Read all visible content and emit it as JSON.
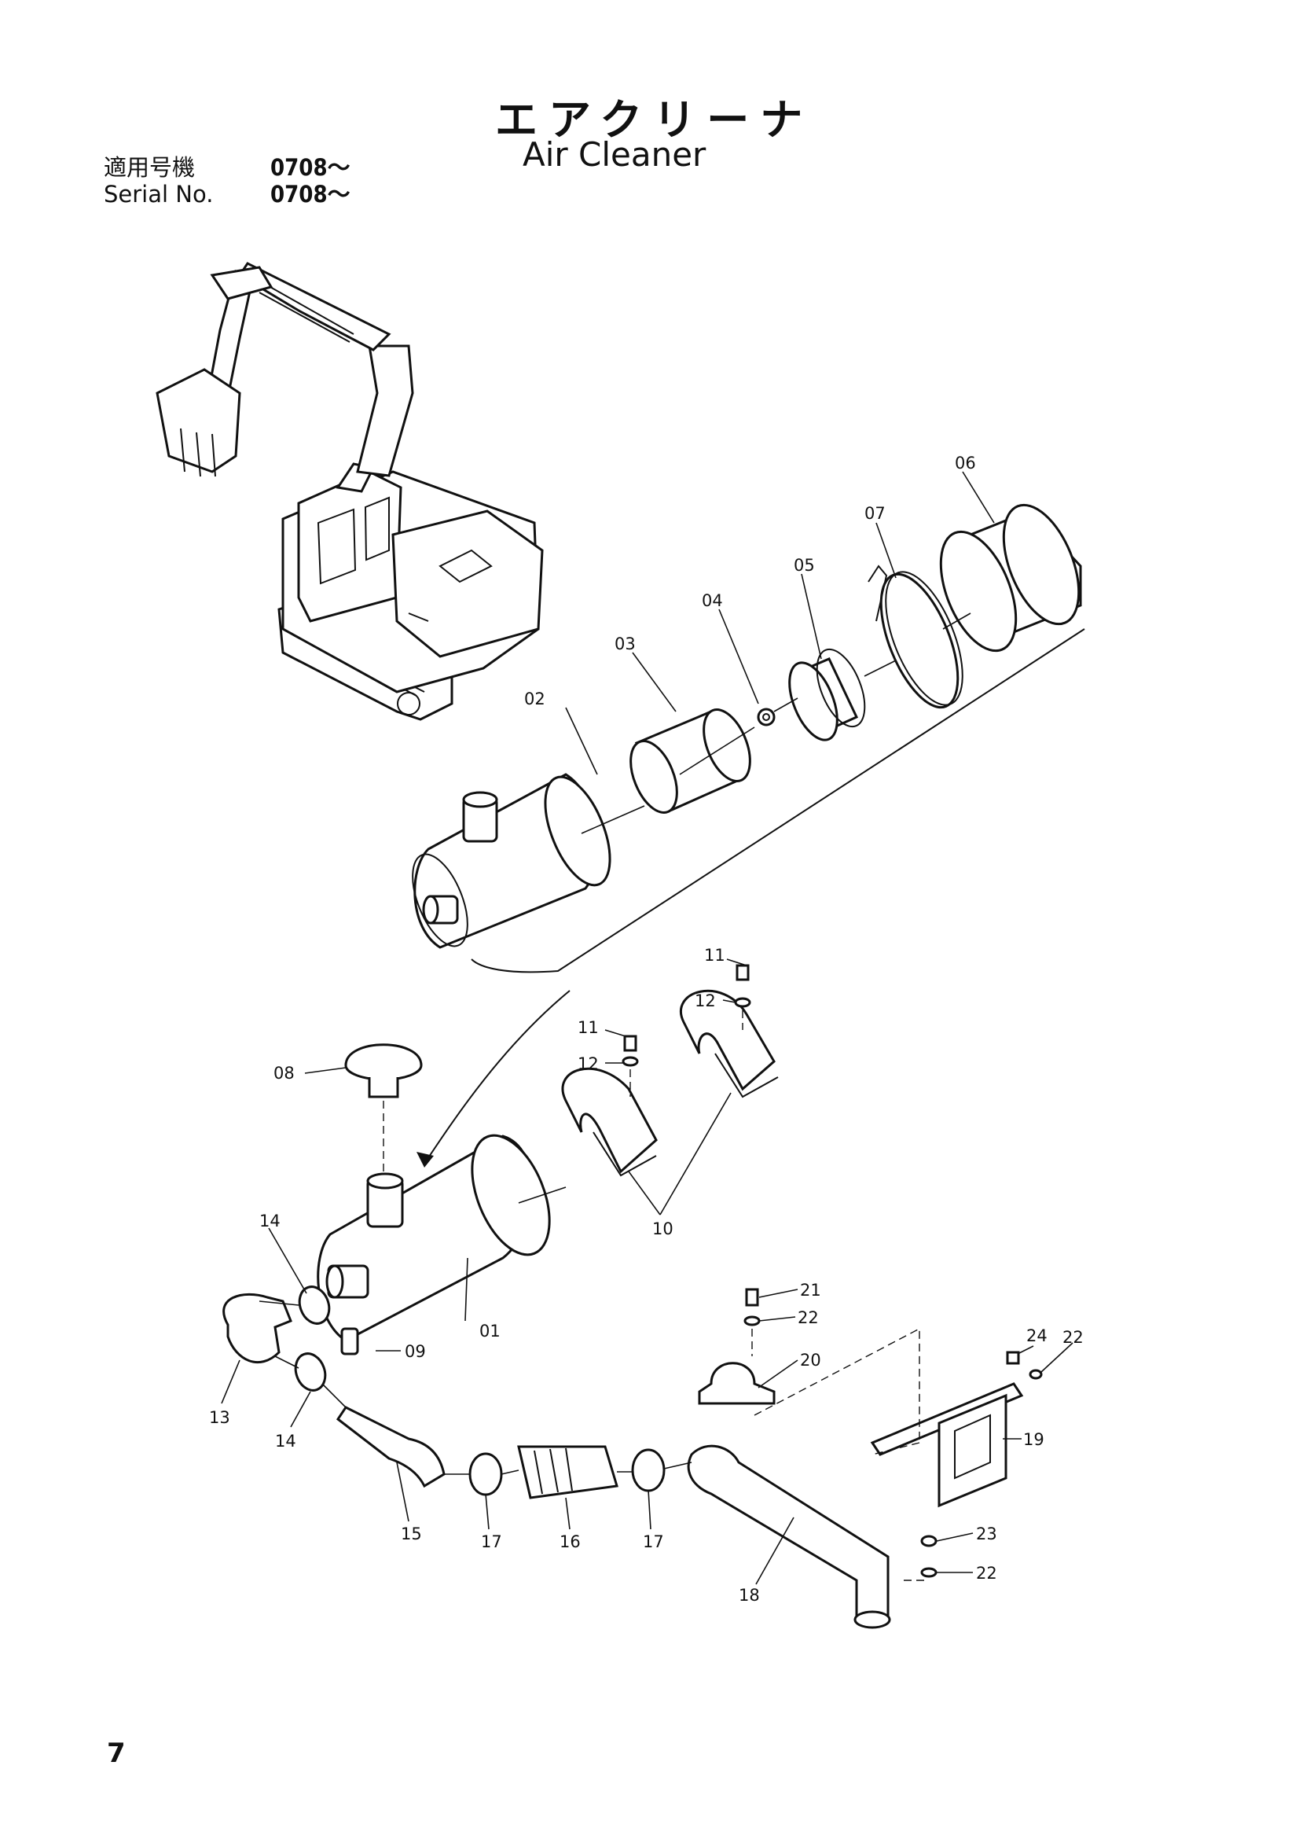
{
  "header": {
    "title_jp": "エアクリーナ",
    "title_en": "Air Cleaner",
    "serial_jp_label": "適用号機",
    "serial_jp_value": "0708～",
    "serial_en_label": "Serial No.",
    "serial_en_value": "0708～"
  },
  "callouts": {
    "p01": "01",
    "p02": "02",
    "p03": "03",
    "p04": "04",
    "p05": "05",
    "p06": "06",
    "p07": "07",
    "p08": "08",
    "p09": "09",
    "p10": "10",
    "p11a": "11",
    "p11b": "11",
    "p12a": "12",
    "p12b": "12",
    "p13": "13",
    "p14a": "14",
    "p14b": "14",
    "p15": "15",
    "p16": "16",
    "p17a": "17",
    "p17b": "17",
    "p18": "18",
    "p19": "19",
    "p20": "20",
    "p21": "21",
    "p22a": "22",
    "p22b": "22",
    "p22c": "22",
    "p23": "23",
    "p24": "24"
  },
  "footer": {
    "page_number": "7"
  }
}
